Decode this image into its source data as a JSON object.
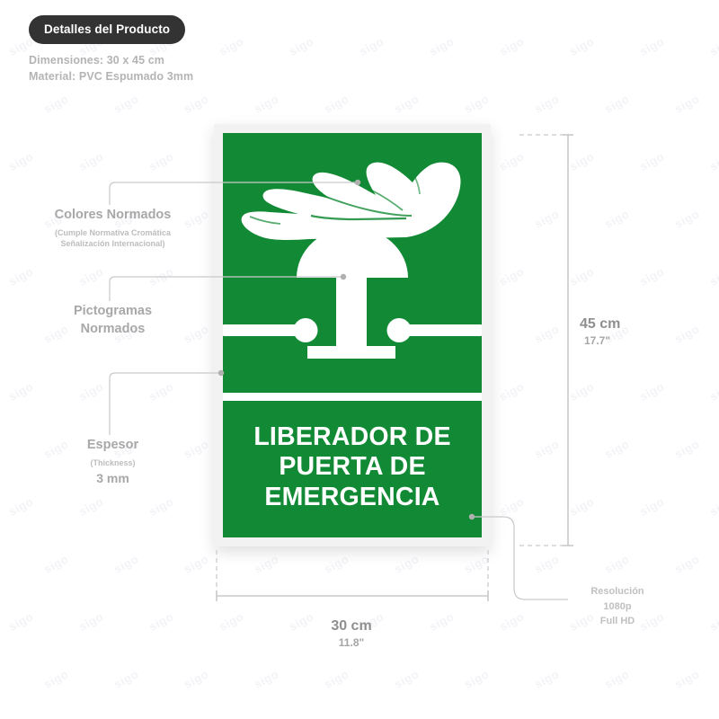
{
  "header": {
    "pill_label": "Detalles del Producto",
    "dimensions_line": "Dimensiones: 30 x 45 cm",
    "material_line": "Material: PVC Espumado 3mm"
  },
  "sign": {
    "background_color": "#128a35",
    "text_color": "#ffffff",
    "frame_color": "#f2f2f2",
    "pictogram_name": "emergency-door-release-push-button-hand",
    "text_lines": [
      "LIBERADOR DE",
      "PUERTA DE",
      "EMERGENCIA"
    ]
  },
  "annotations": [
    {
      "id": "colores",
      "title": "Colores Normados",
      "sub_line_1": "(Cumple Normativa Cromática",
      "sub_line_2": "Señalización Internacional)"
    },
    {
      "id": "pictogramas",
      "title_line_1": "Pictogramas",
      "title_line_2": "Normados"
    },
    {
      "id": "espesor",
      "title": "Espesor",
      "sub": "(Thickness)",
      "value": "3 mm"
    }
  ],
  "dimensions": {
    "height_cm": "45 cm",
    "height_in": "17.7\"",
    "width_cm": "30 cm",
    "width_in": "11.8\""
  },
  "resolution": {
    "line_1": "Resolución",
    "line_2": "1080p",
    "line_3": "Full HD"
  },
  "watermark": {
    "text": "sigo"
  },
  "colors": {
    "sign_green": "#128a35",
    "pill_dark": "#333333",
    "label_gray": "#a8a8a8",
    "line_gray": "#c9c9c9"
  }
}
